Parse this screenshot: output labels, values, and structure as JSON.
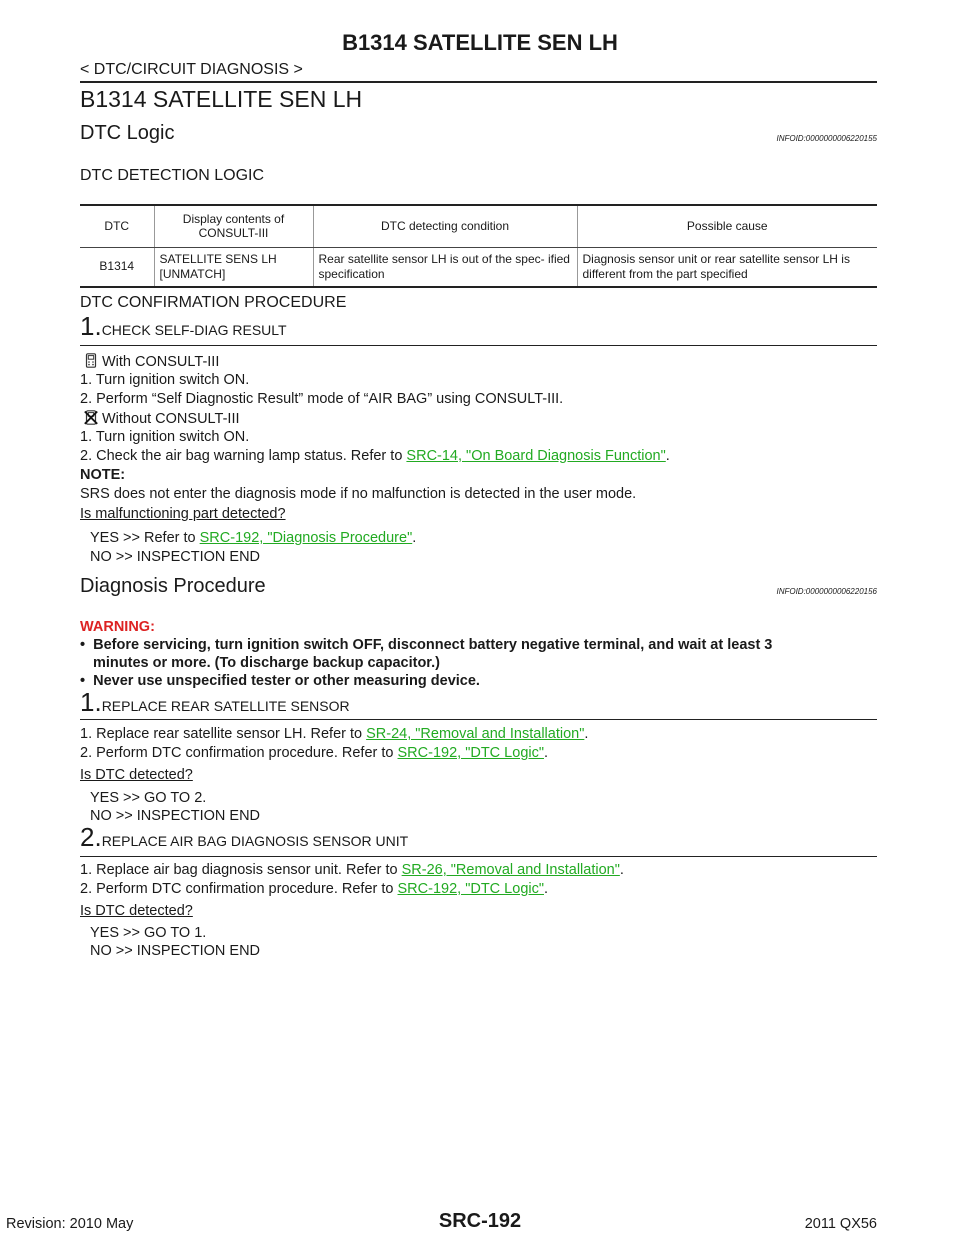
{
  "header": {
    "title": "B1314 SATELLITE SEN LH",
    "breadcrumb": "< DTC/CIRCUIT DIAGNOSIS >"
  },
  "section_title": "B1314 SATELLITE SEN LH",
  "dtc_logic": {
    "heading": "DTC Logic",
    "infoid": "INFOID:0000000006220155",
    "subheading": "DTC DETECTION LOGIC",
    "table": {
      "headers": [
        "DTC",
        "Display contents of CONSULT-III",
        "DTC detecting condition",
        "Possible cause"
      ],
      "rows": [
        [
          "B1314",
          "SATELLITE SENS LH [UNMATCH]",
          "Rear satellite sensor LH is out of the spec- ified specification",
          "Diagnosis sensor unit or rear satellite sensor LH is different from the part specified"
        ]
      ]
    },
    "confirmation_heading": "DTC CONFIRMATION PROCEDURE",
    "step1": {
      "num": "1.",
      "title": "CHECK SELF-DIAG RESULT",
      "with_label": "With CONSULT-III",
      "with_items": [
        "1.   Turn ignition switch ON.",
        "2.   Perform “Self Diagnostic Result” mode of “AIR BAG” using CONSULT-III."
      ],
      "without_label": "Without CONSULT-III",
      "without_item1": "1.   Turn ignition switch ON.",
      "without_item2_prefix": "2.   Check the air bag warning lamp status. Refer to ",
      "without_item2_link": "SRC-14, \"On Board Diagnosis Function\"",
      "without_item2_suffix": ".",
      "note_label": "NOTE:",
      "note_text": "SRS does not enter the diagnosis mode if no malfunction is detected in the user mode.",
      "question": "Is malfunctioning part detected?",
      "yes_prefix": "YES      >> Refer to ",
      "yes_link": "SRC-192, \"Diagnosis Procedure\"",
      "yes_suffix": ".",
      "no": "NO       >> INSPECTION END"
    }
  },
  "diagnosis": {
    "heading": "Diagnosis Procedure",
    "infoid": "INFOID:0000000006220156",
    "warning_label": "WARNING:",
    "warnings": [
      "Before servicing, turn ignition switch OFF, disconnect battery negative terminal, and wait at least 3",
      "minutes or more. (To discharge backup capacitor.)",
      "Never use unspecified tester or other measuring device."
    ],
    "step1": {
      "num": "1.",
      "title": "REPLACE REAR SATELLITE SENSOR",
      "item1_prefix": "1.   Replace rear satellite sensor LH. Refer to ",
      "item1_link": "SR-24, \"Removal and Installation\"",
      "item1_suffix": ".",
      "item2_prefix": "2.   Perform DTC confirmation procedure. Refer to ",
      "item2_link": "SRC-192, \"DTC Logic\"",
      "item2_suffix": ".",
      "question": "Is DTC detected?",
      "yes": "YES      >> GO TO 2.",
      "no": "NO       >> INSPECTION END"
    },
    "step2": {
      "num": "2.",
      "title": "REPLACE AIR BAG DIAGNOSIS SENSOR UNIT",
      "item1_prefix": "1.   Replace air bag diagnosis sensor unit. Refer to ",
      "item1_link": "SR-26, \"Removal and Installation\"",
      "item1_suffix": ".",
      "item2_prefix": "2.   Perform DTC confirmation procedure. Refer to ",
      "item2_link": "SRC-192, \"DTC Logic\"",
      "item2_suffix": ".",
      "question": "Is DTC detected?",
      "yes": "YES      >> GO TO 1.",
      "no": "NO       >> INSPECTION END"
    }
  },
  "footer": {
    "revision": "Revision: 2010 May",
    "page": "SRC-192",
    "model": "2011 QX56"
  }
}
